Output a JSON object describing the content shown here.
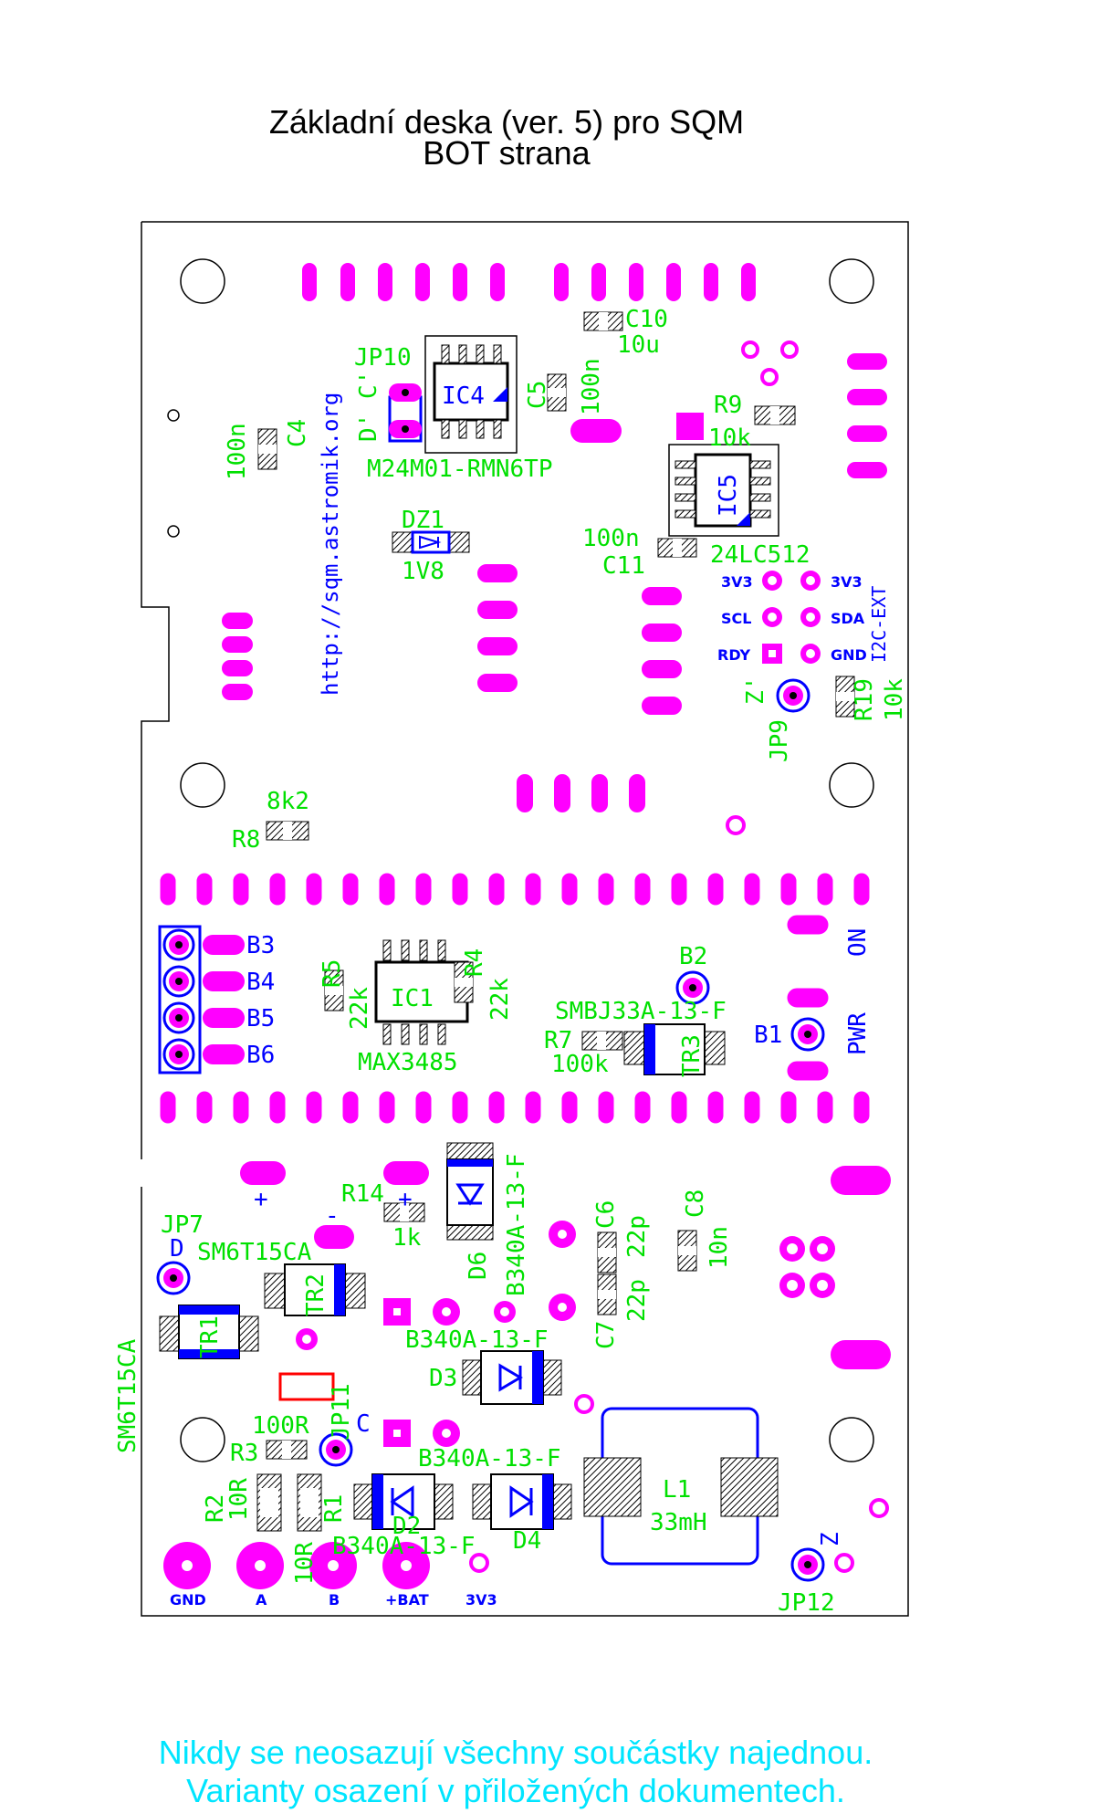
{
  "title": {
    "line1": "Základní deska (ver. 5) pro SQM",
    "line2": "BOT strana"
  },
  "url": "http://sqm.astromik.org",
  "labels": {
    "jp10": "JP10",
    "ic4": "IC4",
    "c5": "C5",
    "c5v": "100n",
    "c10": "C10",
    "c10v": "10u",
    "d_c": "D' C'",
    "m24": "M24M01-RMN6TP",
    "c4": "C4",
    "c4v": "100n",
    "r9": "R9",
    "r9v": "10k",
    "ic5": "IC5",
    "c11v": "100n",
    "c11": "C11",
    "lc512": "24LC512",
    "dz1": "DZ1",
    "dz1v": "1V8",
    "i2c_3v3a": "3V3",
    "i2c_3v3b": "3V3",
    "i2c_scl": "SCL",
    "i2c_sda": "SDA",
    "i2c_rdy": "RDY",
    "i2c_gnd": "GND",
    "i2c_ext": "I2C-EXT",
    "z1": "Z'",
    "jp9": "JP9",
    "r19": "R19",
    "r19v": "10k",
    "r8v": "8k2",
    "r8": "R8",
    "b3": "B3",
    "b4": "B4",
    "b5": "B5",
    "b6": "B6",
    "r5": "R5",
    "r5v": "22k",
    "r4": "R4",
    "r4v": "22k",
    "ic1": "IC1",
    "max": "MAX3485",
    "b2": "B2",
    "smbj": "SMBJ33A-13-F",
    "r7": "R7",
    "r7v": "100k",
    "tr3": "TR3",
    "b1": "B1",
    "on": "ON",
    "pwr": "PWR",
    "plus1": "+",
    "plus2": "+",
    "minus": "-",
    "r14": "R14",
    "r14v": "1k",
    "d6": "D6",
    "b340a_d6": "B340A-13-F",
    "c6": "C6",
    "c6v": "22p",
    "c7": "C7",
    "c7v": "22p",
    "c8": "C8",
    "c8v": "10n",
    "jp7": "JP7",
    "d": "D",
    "sm6a": "SM6T15CA",
    "tr2": "TR2",
    "tr1": "TR1",
    "sm6b": "SM6T15CA",
    "b340a_d3": "B340A-13-F",
    "d3": "D3",
    "r3v": "100R",
    "r3": "R3",
    "jp11": "JP11",
    "c": "C",
    "b340a_d2top": "B340A-13-F",
    "r2": "R2",
    "r2v": "10R",
    "r1": "R1",
    "r1v": "10R",
    "d2": "D2",
    "b340a_d2": "B340A-13-F",
    "d4": "D4",
    "l1": "L1",
    "l1v": "33mH",
    "z2": "Z",
    "jp12": "JP12",
    "gnd": "GND",
    "a": "A",
    "b": "B",
    "bat": "+BAT",
    "v33": "3V3"
  },
  "footer": {
    "line1": "Nikdy se neosazují všechny součástky najednou.",
    "line2": "Varianty osazení v přiložených dokumentech."
  },
  "colors": {
    "pad": "#ff00ff",
    "silk": "#00e000",
    "copper": "#0000ff",
    "outline": "#000000",
    "note": "#00e5ff"
  }
}
